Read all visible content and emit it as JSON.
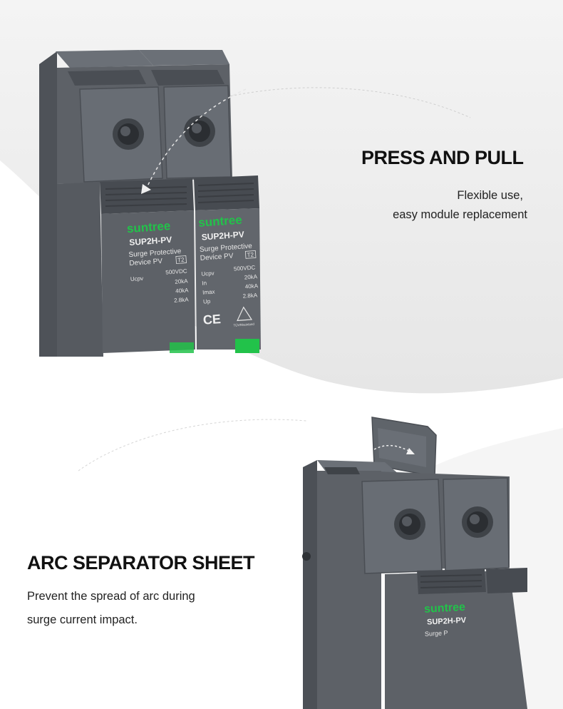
{
  "section1": {
    "title": "PRESS AND PULL",
    "line1": "Flexible use,",
    "line2": "easy module replacement"
  },
  "section2": {
    "title": "ARC SEPARATOR SHEET",
    "line1": "Prevent the spread of arc during",
    "line2": "surge current impact."
  },
  "device": {
    "brand": "suntree",
    "model": "SUP2H-PV",
    "desc1": "Surge Protective",
    "desc2": "Device PV",
    "class": "T2",
    "specs": [
      {
        "name": "Ucpv",
        "value": "500VDC"
      },
      {
        "name": "In",
        "value": "20kA"
      },
      {
        "name": "Imax",
        "value": "40kA"
      },
      {
        "name": "Up",
        "value": "2.8kA"
      }
    ],
    "ce_mark": "CE",
    "tuv_mark": "TÜVRheinland",
    "partial_model": "SUP2H-PV",
    "partial_desc": "Surge P"
  },
  "colors": {
    "housing": "#5d6167",
    "housing_dark": "#4a4e54",
    "housing_light": "#72777e",
    "brand_green": "#22c24a",
    "background_gray": "#ececec"
  }
}
